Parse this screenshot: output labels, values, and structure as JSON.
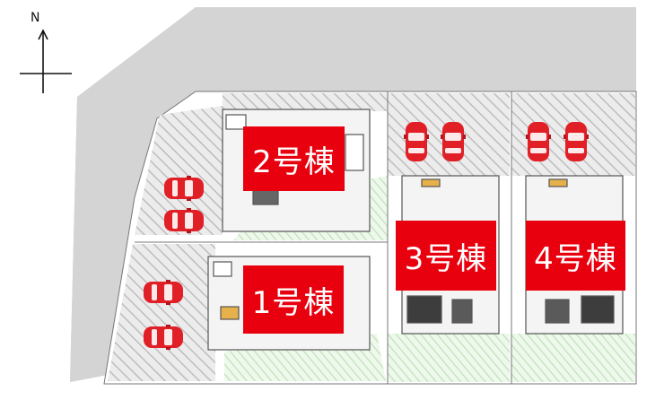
{
  "north_label": "N",
  "colors": {
    "road": "#d4d4d4",
    "lot": "#ffffff",
    "paving": "#d6d6d6",
    "lawn": "#c9e9c3",
    "label_fill": "#e8000e",
    "label_text": "#ffffff",
    "car": "#e11f26",
    "plan_line": "#555555"
  },
  "icons": [
    "north-arrow-icon",
    "car-icon"
  ],
  "buildings": [
    {
      "id": "b2",
      "label": "2号棟"
    },
    {
      "id": "b1",
      "label": "1号棟"
    },
    {
      "id": "b3",
      "label": "3号棟"
    },
    {
      "id": "b4",
      "label": "4号棟"
    }
  ]
}
